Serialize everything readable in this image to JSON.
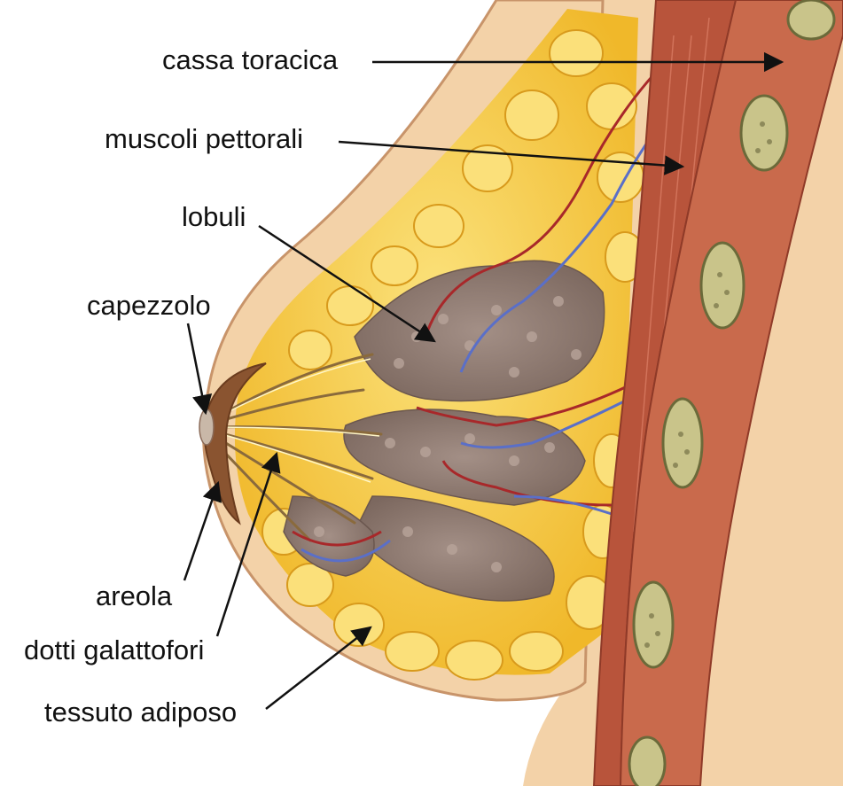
{
  "labels": {
    "cassa_toracica": "cassa toracica",
    "muscoli_pettorali": "muscoli pettorali",
    "lobuli": "lobuli",
    "capezzolo": "capezzolo",
    "areola": "areola",
    "dotti_galattofori": "dotti galattofori",
    "tessuto_adiposo": "tessuto adiposo"
  },
  "colors": {
    "skin": "#f3d2a8",
    "skin_edge": "#c8946a",
    "fat": "#f2c12e",
    "fat_light": "#fbe07a",
    "lobule": "#8e7a72",
    "muscle": "#b8543b",
    "muscle_dark": "#8f3a28",
    "rib": "#c9c48a",
    "artery": "#a8282a",
    "vein": "#5a6fc8",
    "arrow": "#111111"
  }
}
